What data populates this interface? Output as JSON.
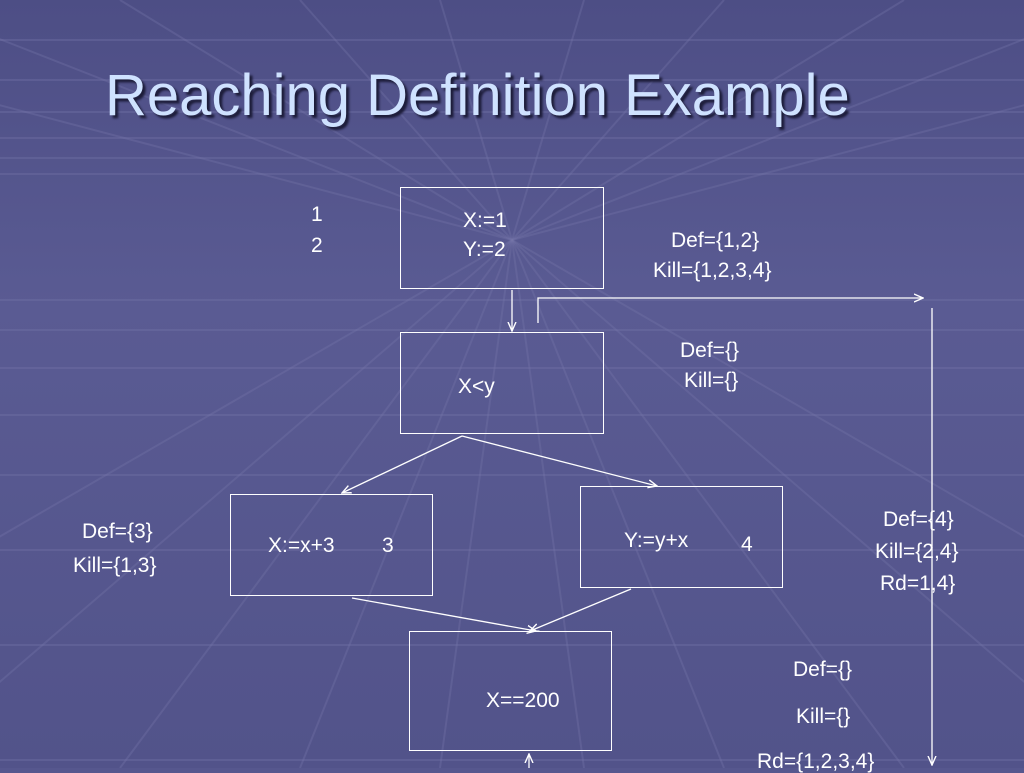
{
  "slide": {
    "title": "Reaching Definition Example"
  },
  "line_numbers": {
    "one": "1",
    "two": "2"
  },
  "blocks": {
    "b1": {
      "line1": "X:=1",
      "line2": "Y:=2"
    },
    "b2": {
      "stmt": "X<y"
    },
    "b3": {
      "stmt": "X:=x+3",
      "num": "3"
    },
    "b4": {
      "stmt": "Y:=y+x",
      "num": "4"
    },
    "b5": {
      "stmt": "X==200"
    }
  },
  "annotations": {
    "b1": {
      "def": "Def={1,2}",
      "kill": "Kill={1,2,3,4}"
    },
    "b2": {
      "def": "Def={}",
      "kill": "Kill={}"
    },
    "b3": {
      "def": "Def={3}",
      "kill": "Kill={1,3}"
    },
    "b4": {
      "def": "Def={4}",
      "kill": "Kill={2,4}",
      "rd": "Rd=1,4}"
    },
    "b5": {
      "def": "Def={}",
      "kill": "Kill={}",
      "rd": "Rd={1,2,3,4}"
    }
  },
  "colors": {
    "background": "#56578e",
    "title": "#cfe2ff",
    "lines": "#ffffff"
  }
}
